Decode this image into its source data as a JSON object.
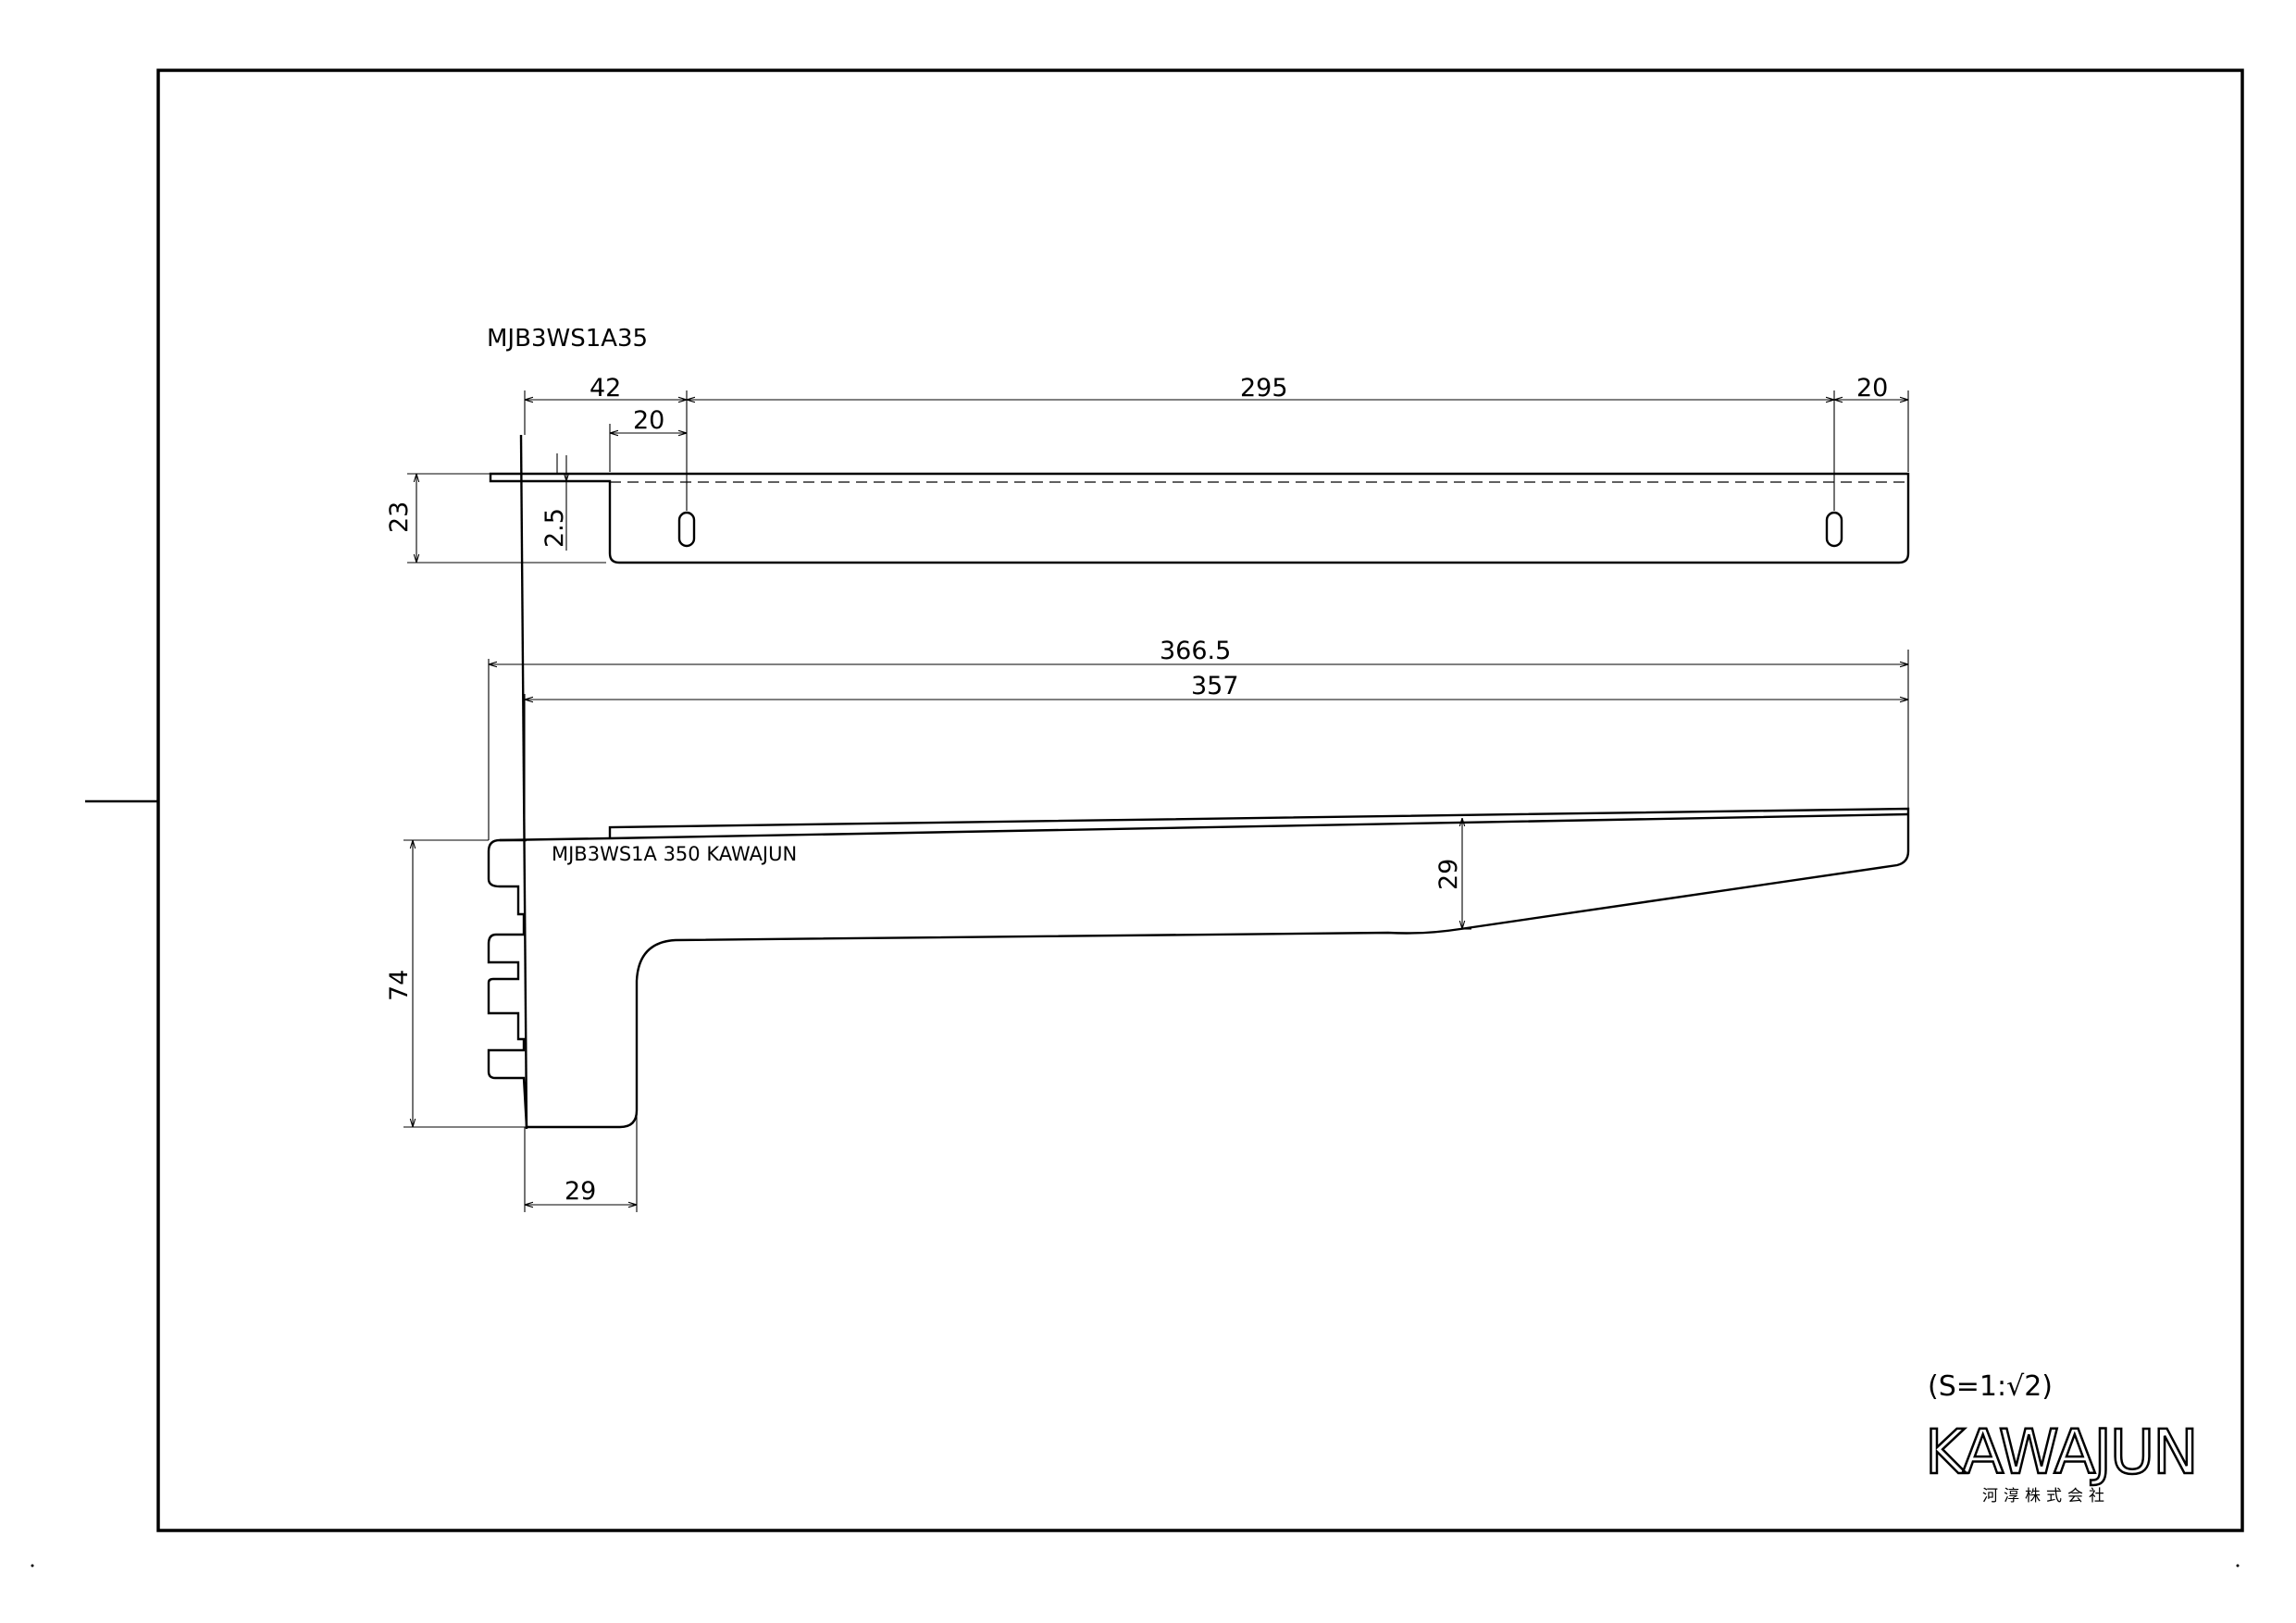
{
  "drawing": {
    "part_code": "MJB3WS1A35",
    "stamp_text": "MJB3WS1A  350  KAWAJUN",
    "scale": "(S=1:√2)",
    "logo": "KAWAJUN",
    "company": "河淳株式会社"
  },
  "dimensions": {
    "top_hole_offset": "42",
    "slot_spacing": "295",
    "right_end_offset": "20",
    "left_slot_offset": "20",
    "flange_height": "23",
    "flange_thickness": "2.5",
    "overall_length": "366.5",
    "arm_length": "357",
    "arm_tip_height": "29",
    "bracket_height": "74",
    "bracket_base_width": "29"
  }
}
